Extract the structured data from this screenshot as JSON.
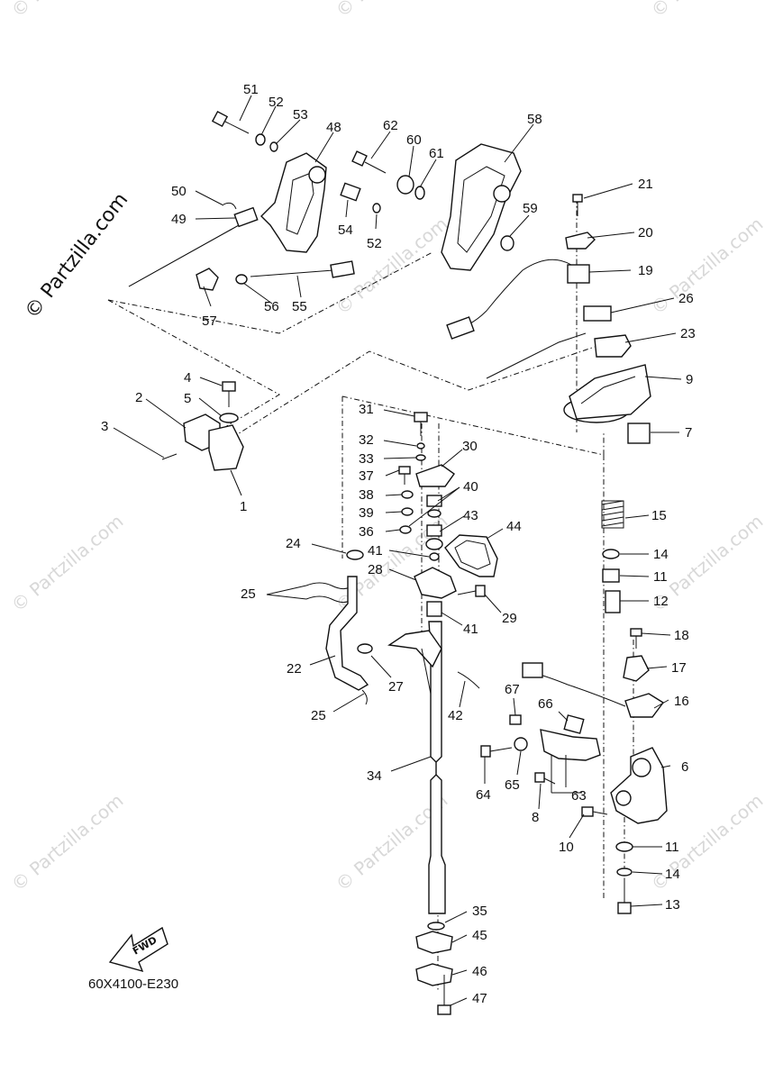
{
  "watermark": "© Partzilla.com",
  "brand_mark": "© Partzilla.com",
  "diagram_code": "60X4100-E230",
  "fwd_label": "FWD",
  "callouts": [
    "51",
    "52",
    "53",
    "48",
    "62",
    "60",
    "61",
    "58",
    "50",
    "49",
    "54",
    "52",
    "21",
    "59",
    "20",
    "19",
    "57",
    "56",
    "55",
    "26",
    "23",
    "9",
    "4",
    "5",
    "2",
    "3",
    "7",
    "1",
    "31",
    "30",
    "32",
    "33",
    "37",
    "40",
    "38",
    "39",
    "43",
    "36",
    "44",
    "15",
    "24",
    "41",
    "14",
    "28",
    "25",
    "11",
    "29",
    "12",
    "41",
    "18",
    "22",
    "27",
    "17",
    "25",
    "42",
    "67",
    "66",
    "16",
    "6",
    "34",
    "65",
    "64",
    "8",
    "63",
    "10",
    "11",
    "14",
    "35",
    "13",
    "45",
    "46",
    "47"
  ]
}
